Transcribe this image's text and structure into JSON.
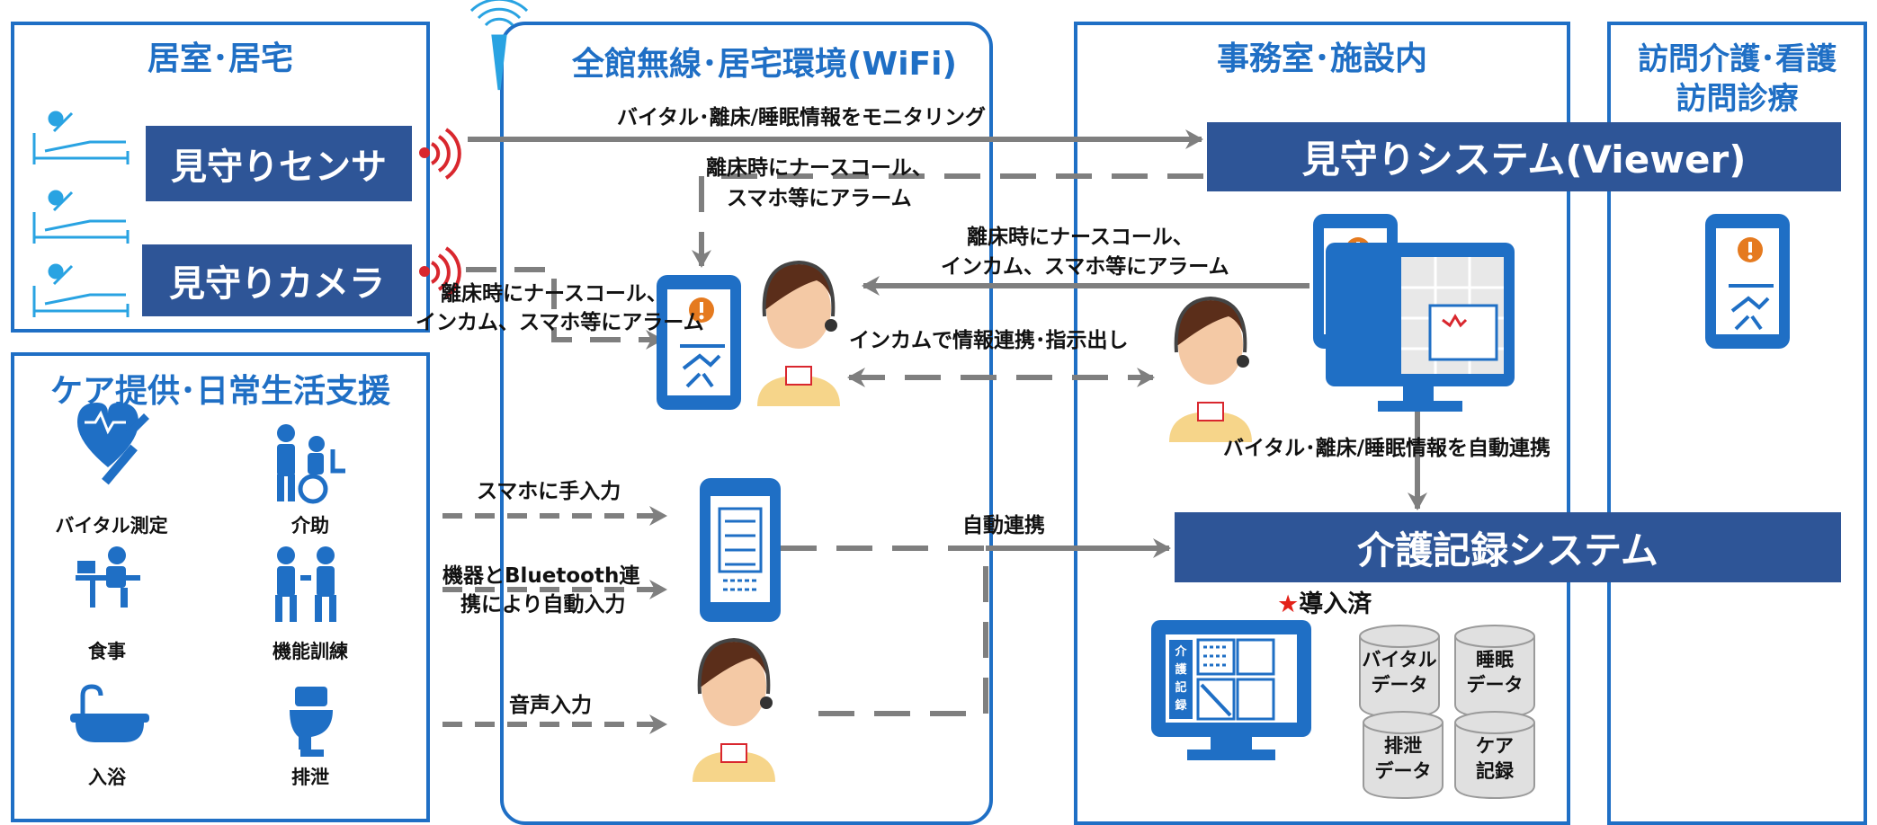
{
  "sections": {
    "room": "居室･居宅",
    "wifi": "全館無線･居宅環境(WiFi)",
    "office": "事務室･施設内",
    "visit_line1": "訪問介護･看護",
    "visit_line2": "訪問診療",
    "care": "ケア提供･日常生活支援"
  },
  "boxes": {
    "sensor": "見守りセンサ",
    "camera": "見守りカメラ",
    "viewer": "見守りシステム(Viewer)",
    "record": "介護記録システム"
  },
  "labels": {
    "monitoring": "バイタル･離床/睡眠情報をモニタリング",
    "alarm_a1": "離床時にナースコール、",
    "alarm_a2": "スマホ等にアラーム",
    "alarm_b1": "離床時にナースコール、",
    "alarm_b2": "インカム、スマホ等にアラーム",
    "alarm_c1": "離床時にナースコール、",
    "alarm_c2": "インカム、スマホ等にアラーム",
    "intercom": "インカムで情報連携･指示出し",
    "auto_link_vital": "バイタル･離床/睡眠情報を自動連携",
    "manual_input": "スマホに手入力",
    "bt_input1": "機器とBluetooth連",
    "bt_input2": "携により自動入力",
    "voice_input": "音声入力",
    "auto_link": "自動連携",
    "installed_star": "★",
    "installed": "導入済"
  },
  "care_items": [
    "バイタル測定",
    "介助",
    "食事",
    "機能訓練",
    "入浴",
    "排泄"
  ],
  "databases": [
    {
      "line1": "バイタル",
      "line2": "データ"
    },
    {
      "line1": "睡眠",
      "line2": "データ"
    },
    {
      "line1": "排泄",
      "line2": "データ"
    },
    {
      "line1": "ケア",
      "line2": "記録"
    }
  ],
  "monitor_screen": {
    "line1": "介",
    "line2": "護",
    "line3": "記",
    "line4": "録"
  },
  "colors": {
    "blue": "#1f6fc5",
    "navy": "#2e5597",
    "arrow": "#7f7f7f",
    "signal": "#d9272e",
    "star": "#e32219"
  }
}
